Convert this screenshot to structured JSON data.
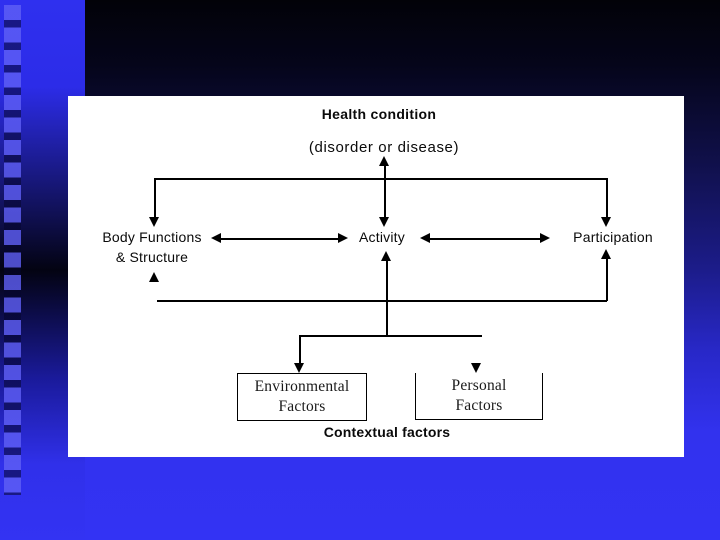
{
  "slide": {
    "colors": {
      "bright_blue": "#3333f2",
      "dark_navy": "#05051a",
      "filmstrip_square_blue": "#5f5ff5",
      "panel_background": "#ffffff",
      "diagram_line_black": "#000000"
    },
    "diagram": {
      "title": "Health condition",
      "subtitle": "(disorder or disease)",
      "body_functions": {
        "line1": "Body Functions",
        "line2": "& Structure"
      },
      "activity": {
        "label": "Activity"
      },
      "participation": {
        "label": "Participation"
      },
      "environmental_factors": {
        "line1": "Environmental",
        "line2": "Factors"
      },
      "personal_factors": {
        "line1": "Personal",
        "line2": "Factors"
      },
      "footer": "Contextual factors"
    }
  }
}
